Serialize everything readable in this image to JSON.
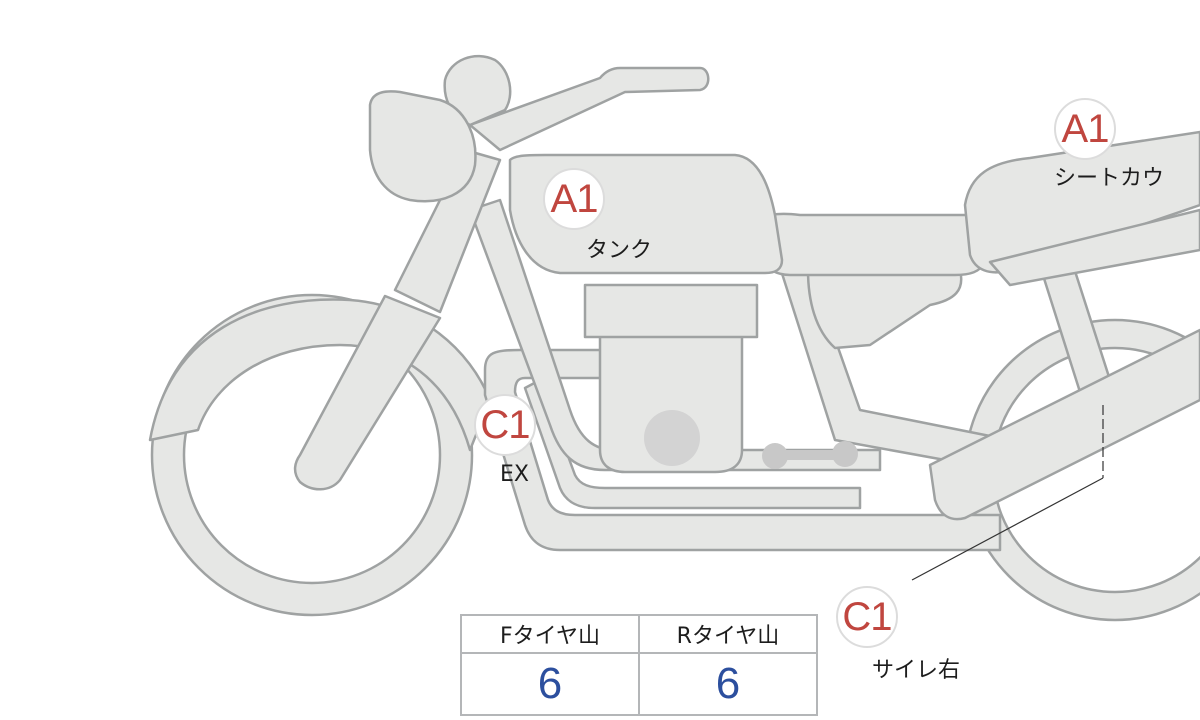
{
  "labels": [
    {
      "code": "A1",
      "name": "タンク"
    },
    {
      "code": "A1",
      "name": "シートカウ"
    },
    {
      "code": "C1",
      "name": "EX"
    },
    {
      "code": "C1",
      "name": "サイレ右"
    }
  ],
  "tyre_table": {
    "headers": [
      "Fタイヤ山",
      "Rタイヤ山"
    ],
    "values": [
      "6",
      "6"
    ]
  },
  "colors": {
    "part_fill": "#e6e7e5",
    "part_stroke": "#9fa2a2",
    "code_text": "#c0463f",
    "value_text": "#2c4f9e"
  }
}
